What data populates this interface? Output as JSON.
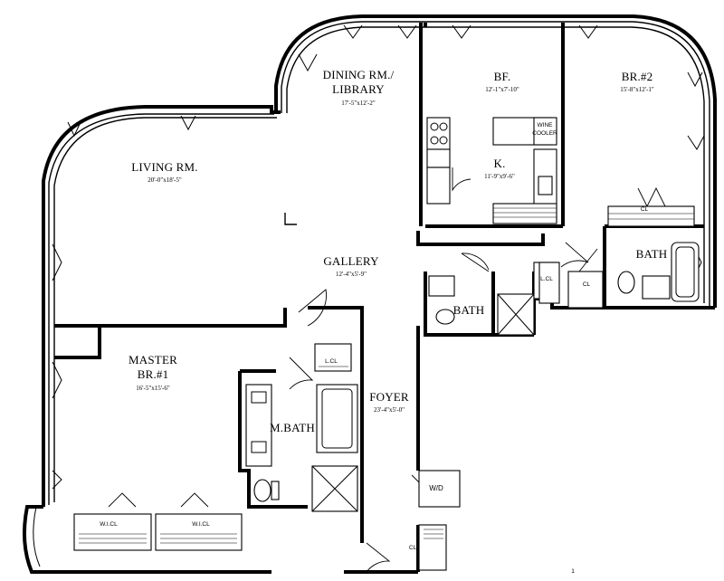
{
  "rooms": {
    "living": {
      "name": "LIVING RM.",
      "dim": "20'-0\"x18'-5\""
    },
    "dining": {
      "name_line1": "DINING RM./",
      "name_line2": "LIBRARY",
      "dim": "17'-5\"x12'-2\""
    },
    "bf": {
      "name": "BF.",
      "dim": "12'-1\"x7'-10\""
    },
    "kitchen": {
      "name": "K.",
      "dim": "11'-9\"x9'-6\""
    },
    "br2": {
      "name": "BR.#2",
      "dim": "15'-8\"x12'-1\""
    },
    "gallery": {
      "name": "GALLERY",
      "dim": "12'-4\"x5'-9\""
    },
    "master": {
      "name_line1": "MASTER",
      "name_line2": "BR.#1",
      "dim": "16'-5\"x15'-6\""
    },
    "foyer": {
      "name": "FOYER",
      "dim": "23'-4\"x5'-0\""
    },
    "mbath": {
      "name": "M.BATH"
    },
    "bath_center": {
      "name": "BATH"
    },
    "bath_right": {
      "name": "BATH"
    }
  },
  "fixtures": {
    "wine_cooler_1": "WINE",
    "wine_cooler_2": "COOLER",
    "wd": "W/D",
    "lcl_master": "L.CL",
    "lcl_right": "L.CL",
    "cl_br2": "CL",
    "cl_bath": "CL",
    "cl_foyer": "CL",
    "wicl_1": "W.I.CL",
    "wicl_2": "W.I.CL"
  },
  "page_mark": "1"
}
